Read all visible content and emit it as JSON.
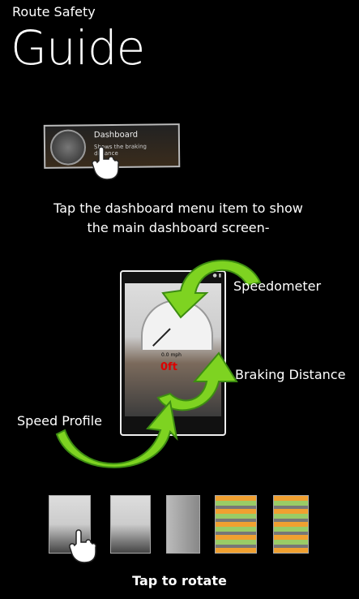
{
  "header": {
    "app_title": "Route Safety",
    "page_title": "Guide"
  },
  "dashboard_card": {
    "label": "Dashboard",
    "subtitle": "Shows the braking distance"
  },
  "instruction": {
    "line1": "Tap the dashboard menu item to show",
    "line2": "the main dashboard screen-"
  },
  "phone": {
    "speed_text": "0.0 mph",
    "distance_text": "0ft"
  },
  "labels": {
    "speedometer": "Speedometer",
    "braking": "Braking Distance",
    "speed_profile": "Speed Profile"
  },
  "footer": {
    "tap_text": "Tap to rotate"
  },
  "colors": {
    "arrow": "#7ed321",
    "arrow_dark": "#3d8c12"
  }
}
